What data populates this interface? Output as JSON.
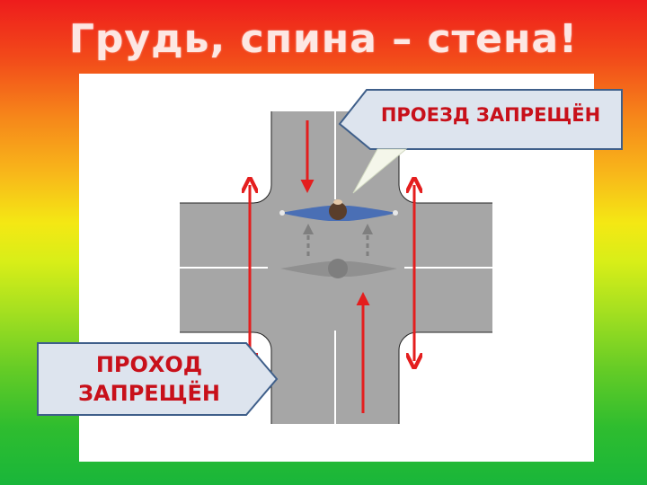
{
  "slide": {
    "title": "Грудь, спина – стена!"
  },
  "callouts": {
    "vehicles": {
      "line1": "ПРОЕЗД ЗАПРЕЩЁН"
    },
    "pedestrians": {
      "line1": "ПРОХОД",
      "line2": "ЗАПРЕЩЁН"
    }
  },
  "colors": {
    "road": "#a6a6a6",
    "lane_line": "#ffffff",
    "arrow": "#e41e1e",
    "dashed_arrow": "#7f7f7f",
    "officer_uniform": "#4a6fb5",
    "officer_previous": "#8e8e8e",
    "callout_fill": "#dde4ee",
    "callout_text": "#c8101a"
  },
  "icons": [
    "traffic-officer-icon",
    "traffic-officer-previous-icon",
    "speech-bubble-callout-icon"
  ]
}
